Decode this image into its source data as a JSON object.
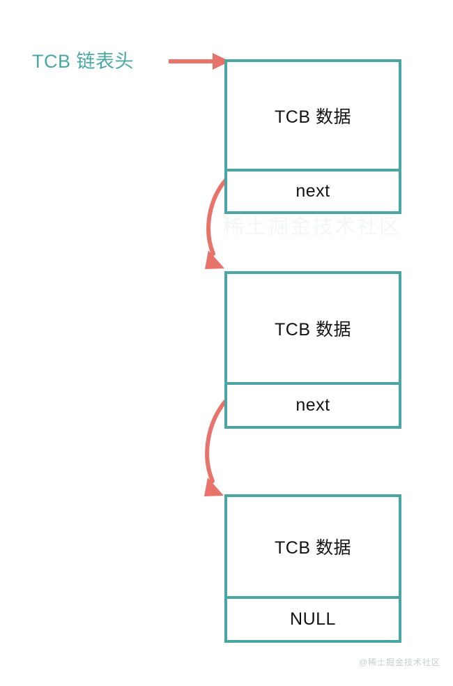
{
  "diagram": {
    "title_label": "TCB 链表头",
    "colors": {
      "accent_teal": "#4aa5a3",
      "label_teal": "#4aa8a2",
      "arrow_salmon": "#e8736a",
      "text": "#121212",
      "background": "#ffffff",
      "watermark": "#c9cdd1"
    },
    "nodes": [
      {
        "data_label": "TCB 数据",
        "next_label": "next"
      },
      {
        "data_label": "TCB 数据",
        "next_label": "next"
      },
      {
        "data_label": "TCB 数据",
        "next_label": "NULL"
      }
    ],
    "arrows": [
      {
        "name": "head-pointer-arrow",
        "kind": "straight"
      },
      {
        "name": "next-link-arrow-1",
        "kind": "curved"
      },
      {
        "name": "next-link-arrow-2",
        "kind": "curved"
      }
    ]
  },
  "watermarks": {
    "corner": "@稀土掘金技术社区",
    "faint": "稀土掘金技术社区"
  }
}
